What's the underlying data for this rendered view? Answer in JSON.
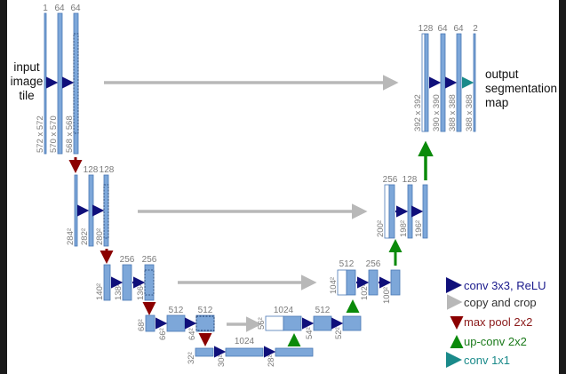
{
  "labels": {
    "input": [
      "input",
      "image",
      "tile"
    ],
    "output": [
      "output",
      "segmentation",
      "map"
    ]
  },
  "channels": {
    "c1": "1",
    "c64a": "64",
    "c64b": "64",
    "c128a": "128",
    "c128b": "128",
    "c256a": "256",
    "c256b": "256",
    "c512a": "512",
    "c512b": "512",
    "c1024a": "1024",
    "c1024b": "1024",
    "c512c": "512",
    "c512d": "512",
    "c256c": "256",
    "c256d": "256",
    "c128c": "128",
    "c128d": "128",
    "c64c": "64",
    "c64d": "64",
    "c2": "2"
  },
  "dims": {
    "d572": "572 x 572",
    "d570": "570 x 570",
    "d568": "568 x 568",
    "d284": "284²",
    "d282": "282²",
    "d280": "280²",
    "d140": "140²",
    "d138": "138²",
    "d136": "136²",
    "d68": "68²",
    "d66": "66²",
    "d64": "64²",
    "d32": "32²",
    "d30": "30²",
    "d28": "28²",
    "d56": "56²",
    "d54": "54²",
    "d52": "52²",
    "d104": "104²",
    "d102": "102²",
    "d100": "100²",
    "d200": "200²",
    "d198": "198²",
    "d196": "196²",
    "d392": "392 x 392",
    "d390": "390 x 390",
    "d388a": "388 x 388",
    "d388b": "388 x 388"
  },
  "legend": [
    {
      "label": "conv 3x3, ReLU",
      "color": "#1a1a8c"
    },
    {
      "label": "copy and crop",
      "color": "#8a8a8a"
    },
    {
      "label": "max pool 2x2",
      "color": "#8b1a1a"
    },
    {
      "label": "up-conv 2x2",
      "color": "#1a7a1a"
    },
    {
      "label": "conv 1x1",
      "color": "#1a8a8a"
    }
  ],
  "colors": {
    "feature_fill": "#7da7d9",
    "feature_stroke": "#4a78b5",
    "conv_arrow": "#0f0f7a",
    "pool_arrow": "#8b0000",
    "upconv_arrow": "#0a8a0a",
    "copy_arrow": "#b8b8b8",
    "conv1x1_arrow": "#1a8a8a"
  }
}
